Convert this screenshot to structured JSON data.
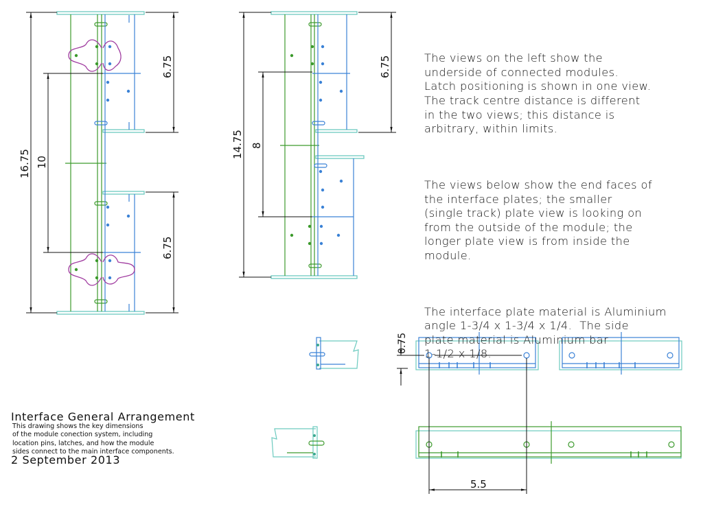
{
  "notes": {
    "paragraph_1": "The views on the left show the\nunderside of connected modules.\nLatch positioning is shown in one view.\nThe track centre distance is different\nin the two views; this distance is\narbitrary, within limits.",
    "paragraph_2": "The views below show the end faces of\nthe interface plates; the smaller\n(single track) plate view is looking on\nfrom the outside of the module; the\nlonger plate view is from inside the\nmodule.",
    "paragraph_3": "The interface plate material is Aluminium\nangle 1-3/4 x 1-3/4 x 1/4.  The side\nplate material is Aluminium bar\n1-1/2 x 1/8."
  },
  "title_block": {
    "title": "Interface General Arrangement",
    "date": "2 September 2013",
    "description": "This drawing shows the key dimensions\nof the module conection system, including\nlocation pins, latches, and how the module\nsides connect to the main interface components."
  },
  "dimensions": {
    "view1_overall": "16.75",
    "view1_track_centre": "10",
    "view1_top_plate": "6.75",
    "view1_bottom_plate": "6.75",
    "view2_overall": "14.75",
    "view2_track_centre": "8",
    "view2_top_plate": "6.75",
    "end_face_offset": "0.75",
    "end_face_pin_spacing": "5.5"
  },
  "colors": {
    "green": "#3c9a2c",
    "blue": "#3b82d6",
    "cyan": "#6ccabf",
    "purple": "#a03ca0",
    "dimension": "#111111"
  }
}
